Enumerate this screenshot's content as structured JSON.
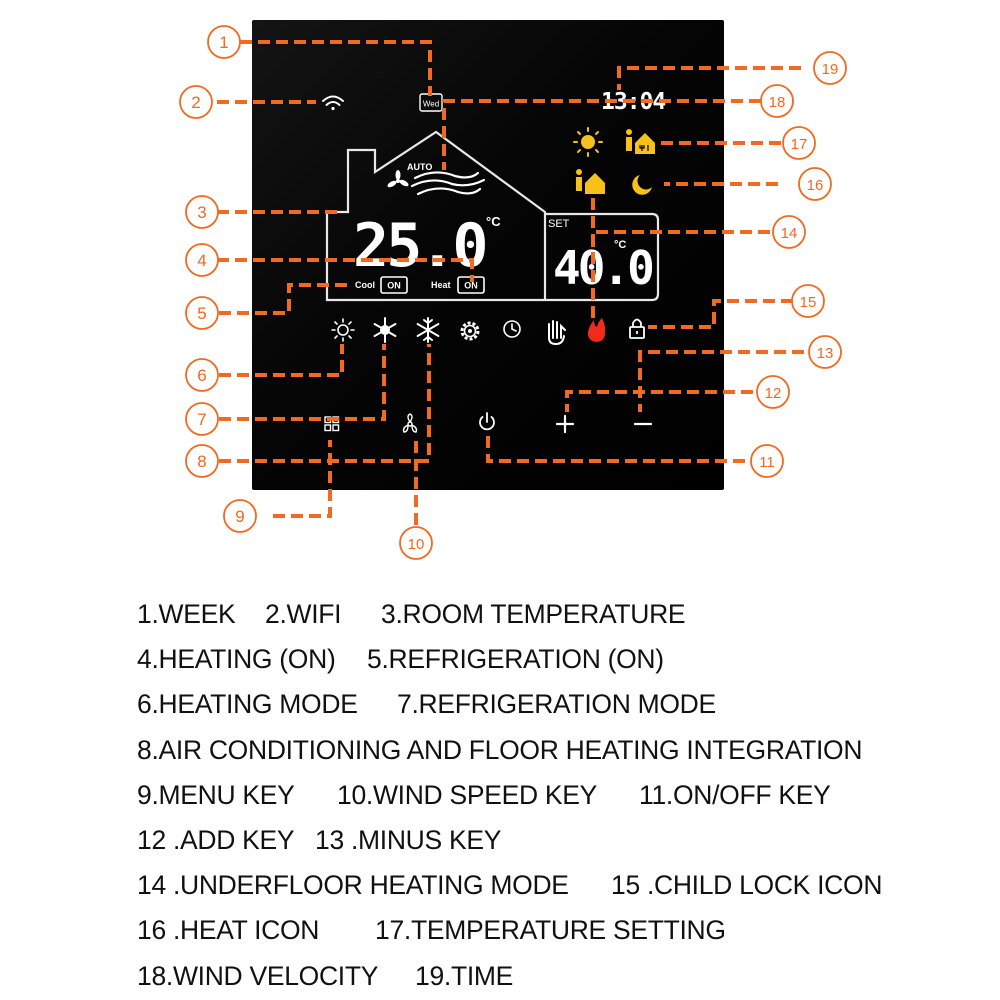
{
  "display": {
    "weekday": "Wed",
    "time": "13:04",
    "mode": "AUTO",
    "room_temp": "25.0",
    "room_unit": "°C",
    "set_label": "SET",
    "set_temp": "40.0",
    "set_unit": "°C",
    "cool_label": "Cool",
    "cool_state": "ON",
    "heat_label": "Heat",
    "heat_state": "ON"
  },
  "callouts": [
    "1",
    "2",
    "3",
    "4",
    "5",
    "6",
    "7",
    "8",
    "9",
    "10",
    "11",
    "12",
    "13",
    "14",
    "15",
    "16",
    "17",
    "18",
    "19"
  ],
  "legend_rows": [
    [
      "1.WEEK",
      "2.WIFI",
      "3.ROOM TEMPERATURE"
    ],
    [
      "4.HEATING (ON)",
      "5.REFRIGERATION (ON)"
    ],
    [
      "6.HEATING MODE",
      "7.REFRIGERATION MODE"
    ],
    [
      "8.AIR CONDITIONING AND  FLOOR HEATING INTEGRATION"
    ],
    [
      "9.MENU KEY",
      "10.WIND SPEED KEY",
      "11.ON/OFF KEY"
    ],
    [
      "12 .ADD KEY",
      "13 .MINUS KEY"
    ],
    [
      "14 .UNDERFLOOR HEATING MODE",
      "15 .CHILD LOCK ICON"
    ],
    [
      "16 .HEAT ICON",
      "17.TEMPERATURE SETTING"
    ],
    [
      "18.WIND VELOCITY",
      "19.TIME"
    ]
  ],
  "colors": {
    "leader": "#f06a22",
    "flame": "#f02a1c",
    "sun": "#f6c21a",
    "panel": "#050505"
  }
}
